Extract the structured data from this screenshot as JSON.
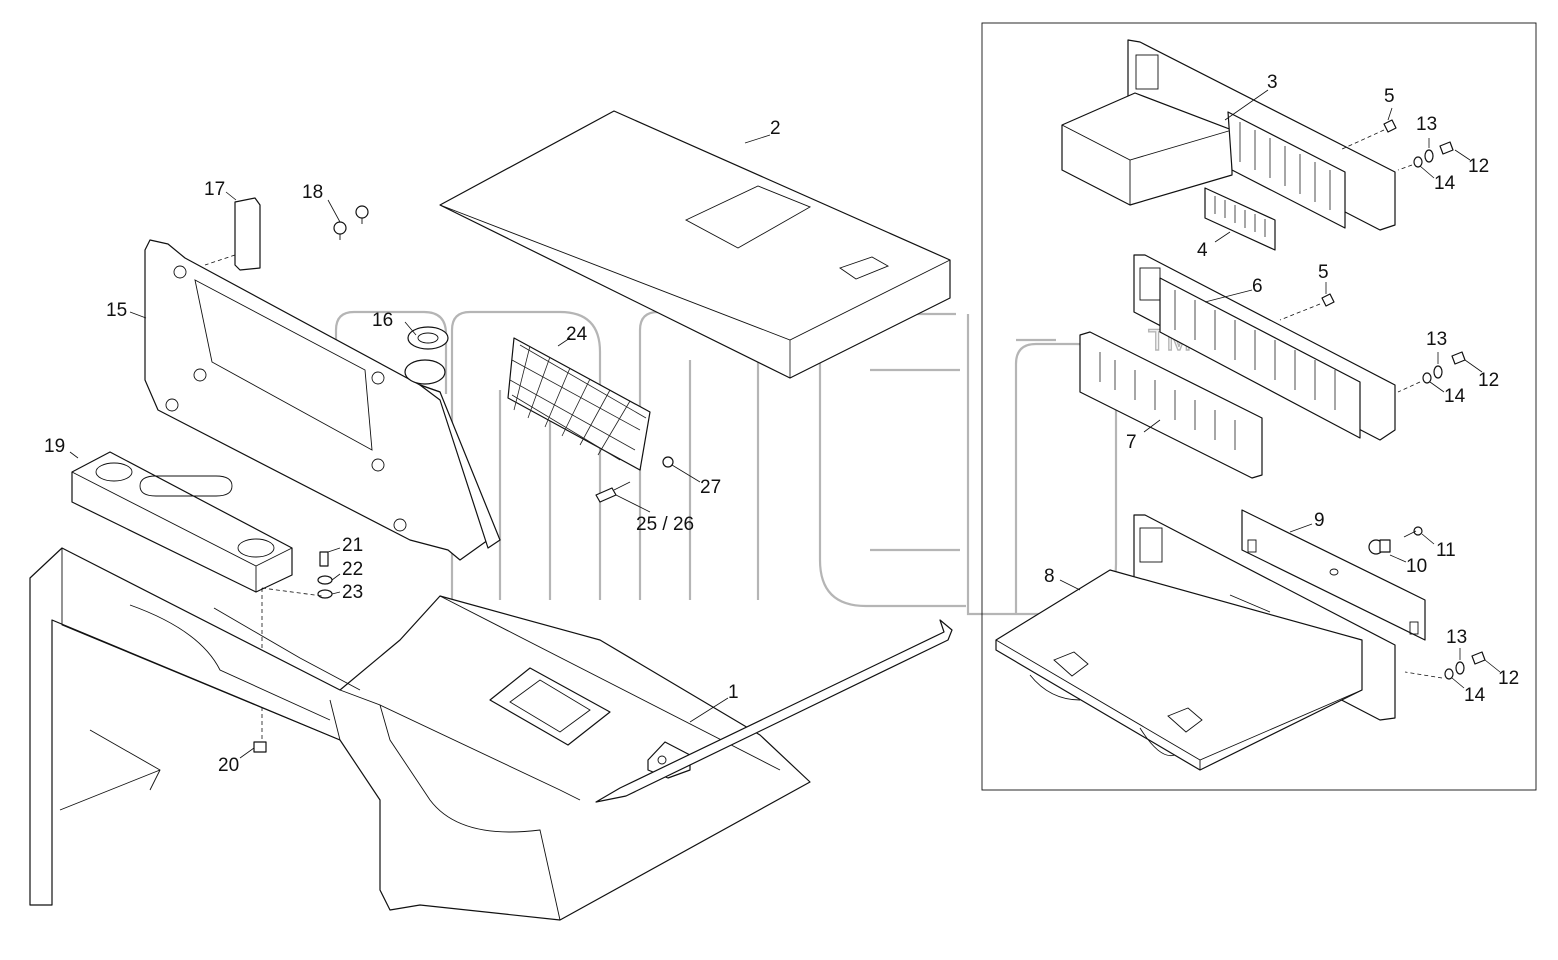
{
  "watermark": {
    "tm": "TM"
  },
  "labels": {
    "p1": "1",
    "p2": "2",
    "p3": "3",
    "p4": "4",
    "p5a": "5",
    "p5b": "5",
    "p6": "6",
    "p7": "7",
    "p8": "8",
    "p9": "9",
    "p10": "10",
    "p11": "11",
    "p12a": "12",
    "p12b": "12",
    "p12c": "12",
    "p13a": "13",
    "p13b": "13",
    "p13c": "13",
    "p14a": "14",
    "p14b": "14",
    "p14c": "14",
    "p15": "15",
    "p16": "16",
    "p17": "17",
    "p18": "18",
    "p19": "19",
    "p20": "20",
    "p21": "21",
    "p22": "22",
    "p23": "23",
    "p24": "24",
    "p2526": "25 / 26",
    "p27": "27"
  },
  "colors": {
    "line": "#111111",
    "watermark": "#b5b5b5",
    "background": "#ffffff"
  }
}
